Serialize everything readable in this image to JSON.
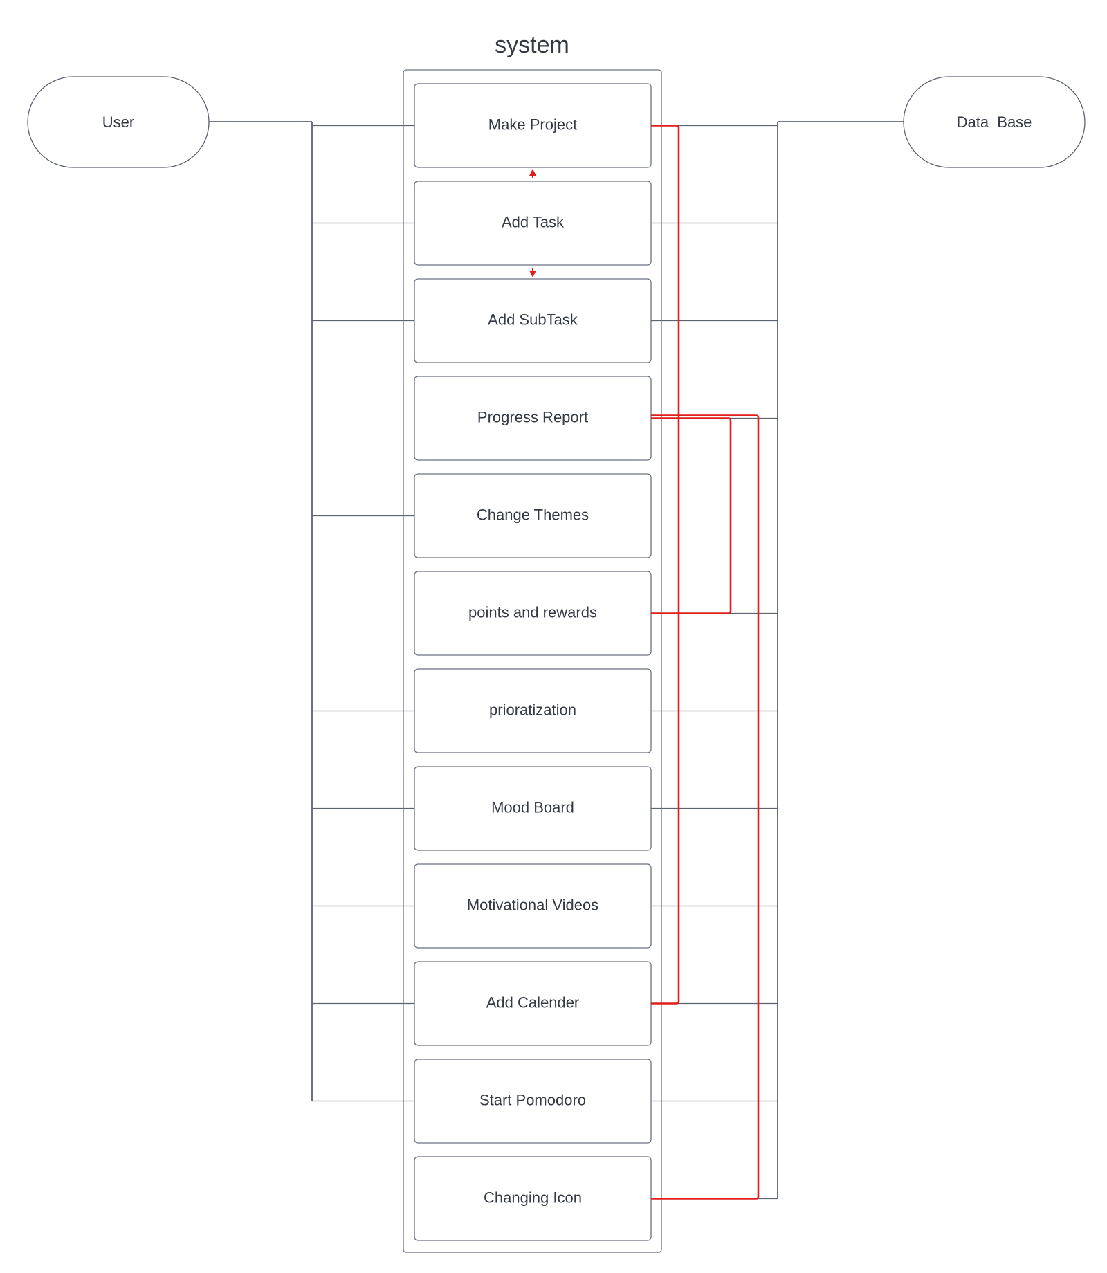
{
  "system": {
    "title": "system"
  },
  "actors": {
    "left": {
      "label": "User"
    },
    "right": {
      "label": "Data  Base"
    }
  },
  "use_cases": [
    {
      "id": "make-project",
      "label": "Make Project",
      "links_user": true,
      "links_database": true
    },
    {
      "id": "add-task",
      "label": "Add Task",
      "links_user": true,
      "links_database": true
    },
    {
      "id": "add-subtask",
      "label": "Add SubTask",
      "links_user": true,
      "links_database": true
    },
    {
      "id": "progress-report",
      "label": "Progress Report",
      "links_user": false,
      "links_database": true
    },
    {
      "id": "change-themes",
      "label": "Change Themes",
      "links_user": true,
      "links_database": false
    },
    {
      "id": "points-and-rewards",
      "label": "points and rewards",
      "links_user": false,
      "links_database": true
    },
    {
      "id": "prioratization",
      "label": "prioratization",
      "links_user": true,
      "links_database": true
    },
    {
      "id": "mood-board",
      "label": "Mood Board",
      "links_user": true,
      "links_database": true
    },
    {
      "id": "motivational-videos",
      "label": "Motivational Videos",
      "links_user": true,
      "links_database": true
    },
    {
      "id": "add-calender",
      "label": "Add Calender",
      "links_user": true,
      "links_database": true
    },
    {
      "id": "start-pomodoro",
      "label": "Start Pomodoro",
      "links_user": true,
      "links_database": true
    },
    {
      "id": "changing-icon",
      "label": "Changing Icon",
      "links_user": false,
      "links_database": true
    }
  ],
  "relationships": [
    {
      "from": "add-task",
      "to": "make-project",
      "kind": "arrow"
    },
    {
      "from": "add-task",
      "to": "add-subtask",
      "kind": "arrow"
    },
    {
      "from": "make-project",
      "to": "add-calender",
      "kind": "connector"
    },
    {
      "from": "progress-report",
      "to": "points-and-rewards",
      "kind": "connector"
    },
    {
      "from": "progress-report",
      "to": "changing-icon",
      "kind": "connector"
    }
  ],
  "colors": {
    "line": "#5b6270",
    "box_border": "#6b7280",
    "relationship": "#e11d1d",
    "text": "#333a44",
    "background": "#ffffff"
  }
}
